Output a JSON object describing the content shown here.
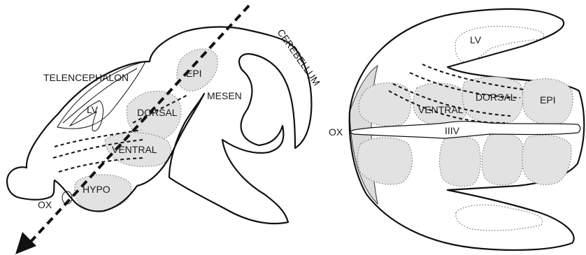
{
  "colors": {
    "region_fill": "#e2e2e2",
    "outline": "#111111",
    "background": "#ffffff"
  },
  "sagittal": {
    "labels": {
      "telencephalon": "TELENCEPHALON",
      "lv": "LV",
      "epi": "EPI",
      "dorsal": "DORSAL",
      "ventral": "VENTRAL",
      "hypo": "HYPO",
      "ox": "OX",
      "mesen": "MESEN",
      "cerebellum": "CEREBELLUM"
    }
  },
  "transverse": {
    "labels": {
      "lv": "LV",
      "dorsal": "DORSAL",
      "ventral": "VENTRAL",
      "epi": "EPI",
      "iiiv": "IIIV",
      "ox": "OX"
    }
  }
}
